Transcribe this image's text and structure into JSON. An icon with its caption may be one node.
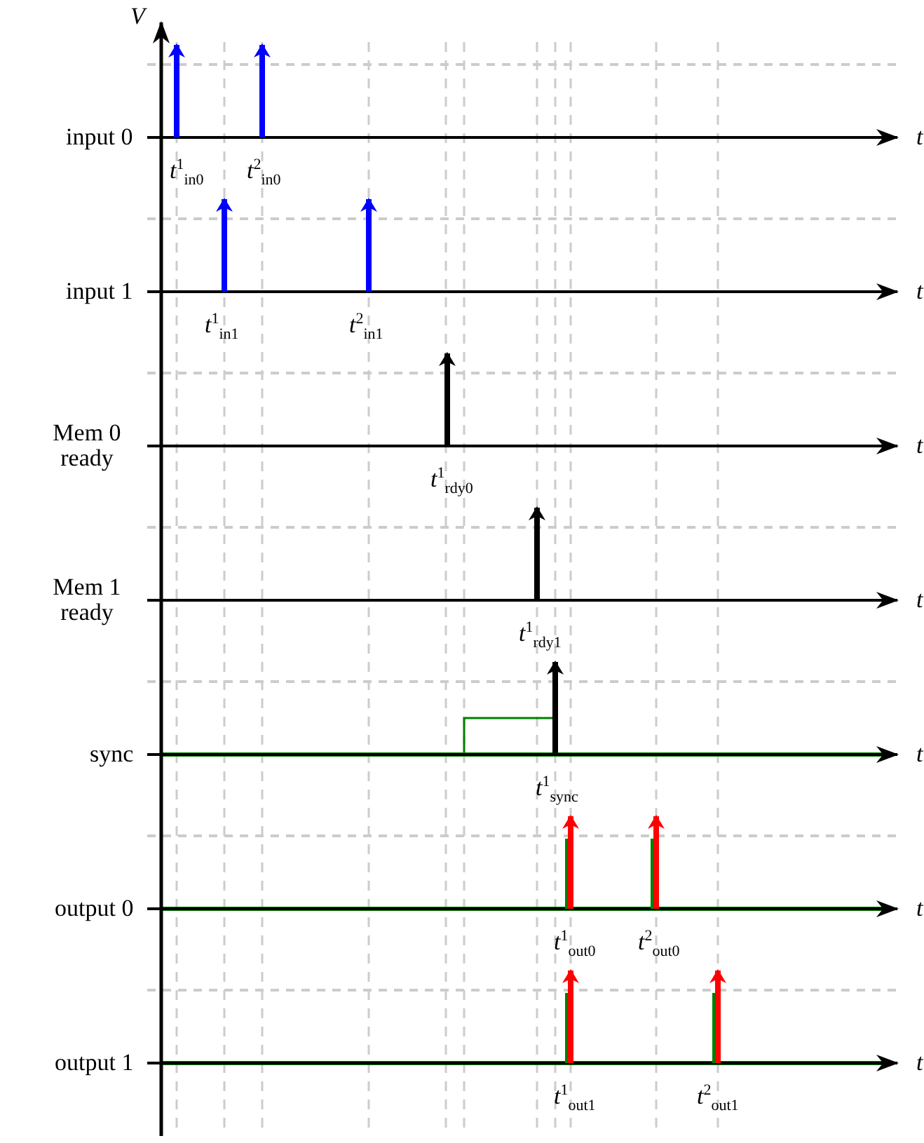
{
  "diagram": {
    "labels": [
      "*V*",
      "input 0",
      "*t*",
      "*t*$^{1}$$_{in0}$",
      "*t*$^{2}$$_{in0}$",
      "input 1",
      "*t*",
      "*t*$^{1}$$_{in1}$",
      "*t*$^{2}$$_{in1}$",
      "Mem 0 ready",
      "*t*",
      "*t*$^{1}$$_{rdy0}$",
      "Mem 1 ready",
      "*t*",
      "*t*$^{1}$$_{rdy1}$",
      "sync",
      "*t*",
      "*t*$^{1}$$_{sync}$",
      "output 0",
      "*t*",
      "*t*$^{1}$$_{out0}$",
      "*t*$^{2}$$_{out0}$",
      "output 1",
      "*t*",
      "*t*$^{1}$$_{out1}$",
      "*t*$^{2}$$_{out1}$"
    ]
  }
}
